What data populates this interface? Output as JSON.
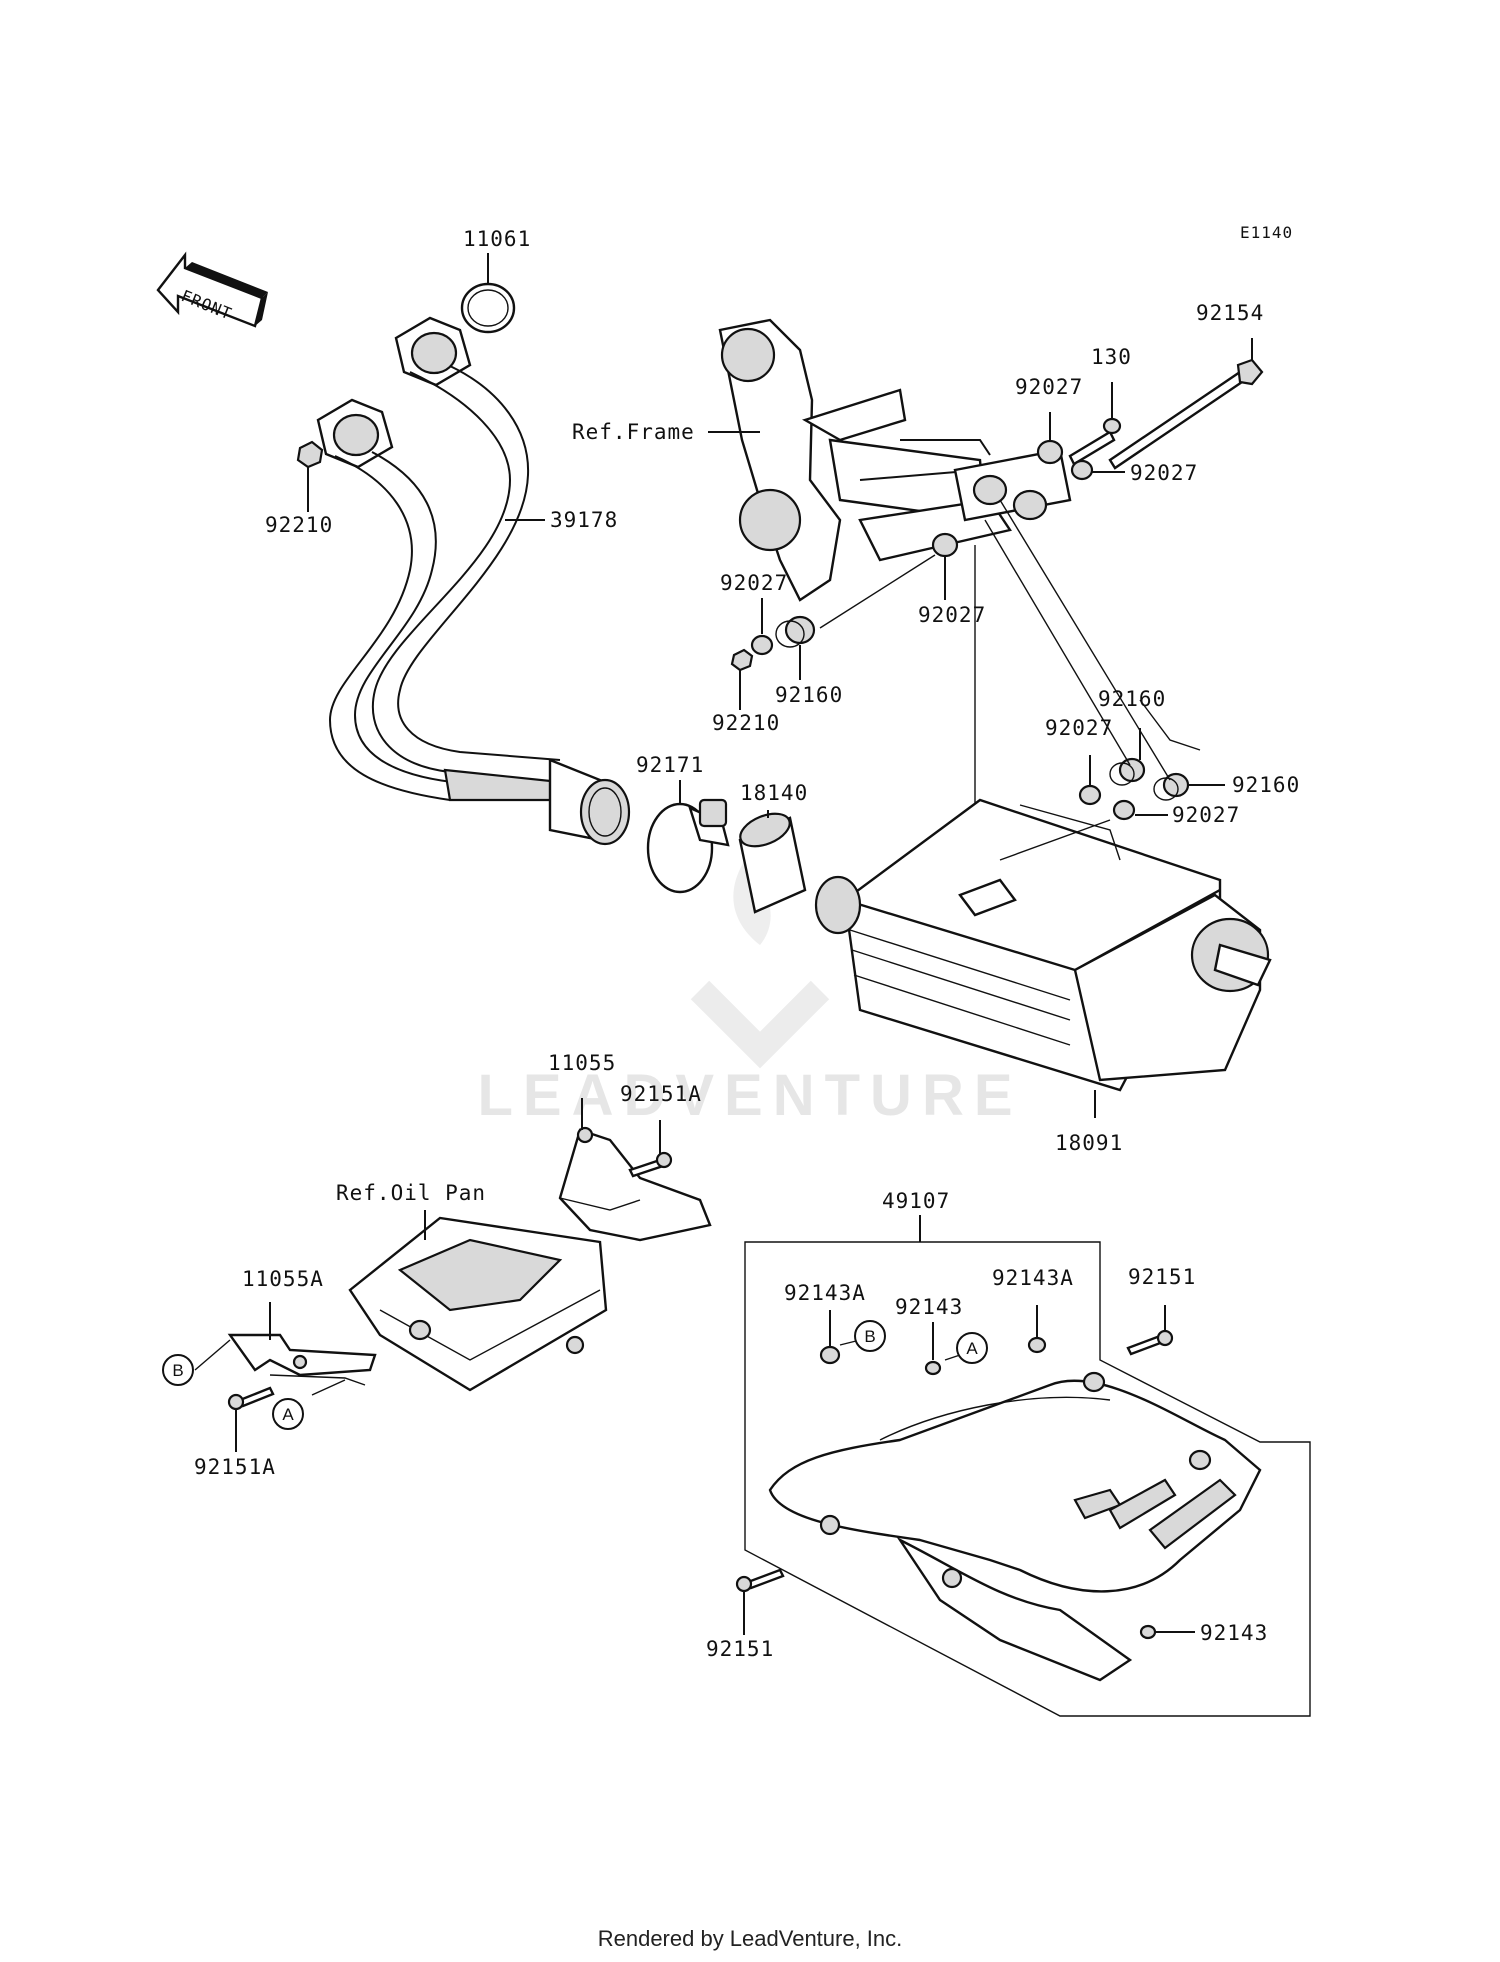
{
  "diagram_code": "E1140",
  "front_label": "FRONT",
  "watermark": "LEADVENTURE",
  "footer": "Rendered by LeadVenture, Inc.",
  "refs": {
    "frame": "Ref.Frame",
    "oil_pan": "Ref.Oil Pan"
  },
  "markers": {
    "a": "A",
    "b": "B"
  },
  "parts": {
    "p11061": "11061",
    "p92210_top": "92210",
    "p39178": "39178",
    "p92154": "92154",
    "p130": "130",
    "p92027_a": "92027",
    "p92027_b": "92027",
    "p92027_c": "92027",
    "p92027_d": "92027",
    "p92027_e": "92027",
    "p92027_f": "92027",
    "p92160_a": "92160",
    "p92160_b": "92160",
    "p92160_c": "92160",
    "p92210_mid": "92210",
    "p92171": "92171",
    "p18140": "18140",
    "p18091": "18091",
    "p11055": "11055",
    "p92151A_top": "92151A",
    "p11055A": "11055A",
    "p92151A_bot": "92151A",
    "p49107": "49107",
    "p92143A_a": "92143A",
    "p92143_a": "92143",
    "p92143A_b": "92143A",
    "p92151_a": "92151",
    "p92151_b": "92151",
    "p92143_b": "92143"
  }
}
